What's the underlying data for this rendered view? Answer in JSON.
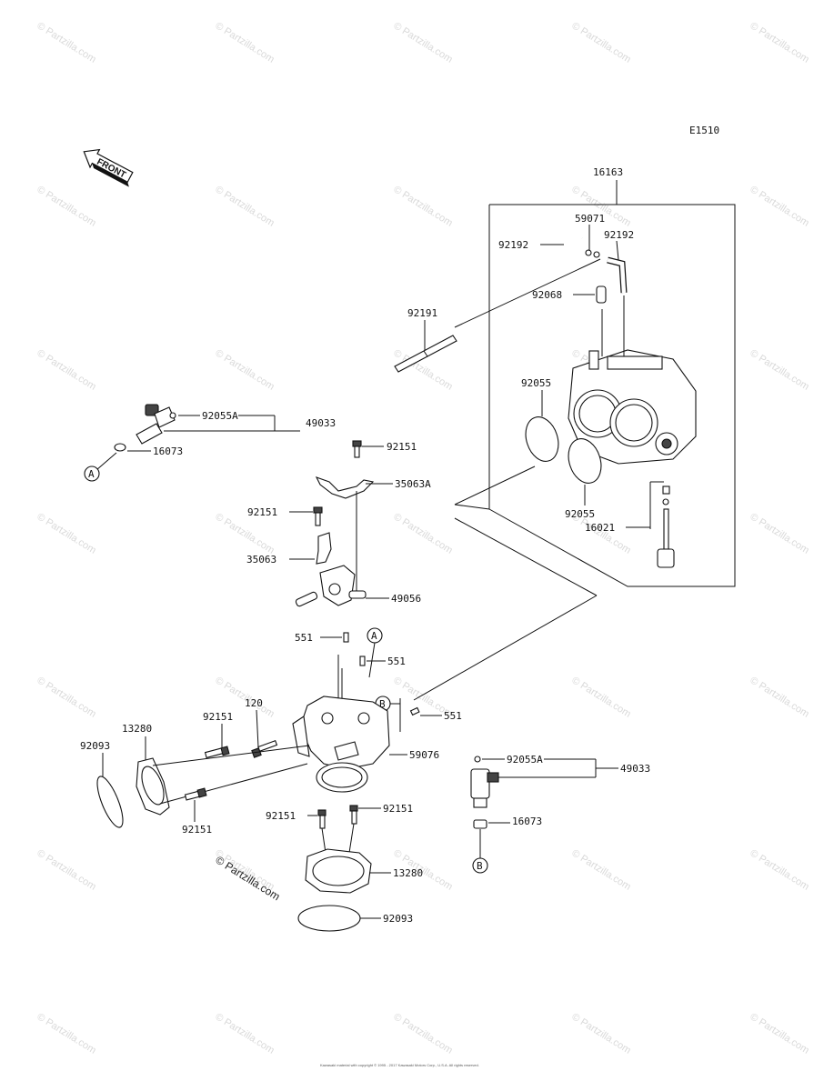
{
  "diagram_code": "E1510",
  "front_label": "FRONT",
  "watermark_text": "© Partzilla.com",
  "copyright_text": "© Partzilla.com",
  "footer_text": "Kawasaki material with copyright © 1995 - 2017 Kawasaki Motors Corp., U.S.A. All rights reserved.",
  "callouts": {
    "p16163": "16163",
    "p59071": "59071",
    "p92192a": "92192",
    "p92192b": "92192",
    "p92068": "92068",
    "p92191": "92191",
    "p92055a": "92055",
    "p92055b": "92055",
    "p16021": "16021",
    "p92055A_1": "92055A",
    "p49033_1": "49033",
    "p16073_1": "16073",
    "p92151_1": "92151",
    "p35063A": "35063A",
    "p92151_2": "92151",
    "p35063": "35063",
    "p49056": "49056",
    "p551_1": "551",
    "p551_2": "551",
    "p551_3": "551",
    "p120": "120",
    "p92151_3": "92151",
    "p13280_1": "13280",
    "p92093_1": "92093",
    "p59076": "59076",
    "p92151_4": "92151",
    "p92151_5": "92151",
    "p92151_6": "92151",
    "p13280_2": "13280",
    "p92093_2": "92093",
    "p92055A_2": "92055A",
    "p49033_2": "49033",
    "p16073_2": "16073"
  },
  "ref_markers": {
    "A": "A",
    "B": "B"
  }
}
